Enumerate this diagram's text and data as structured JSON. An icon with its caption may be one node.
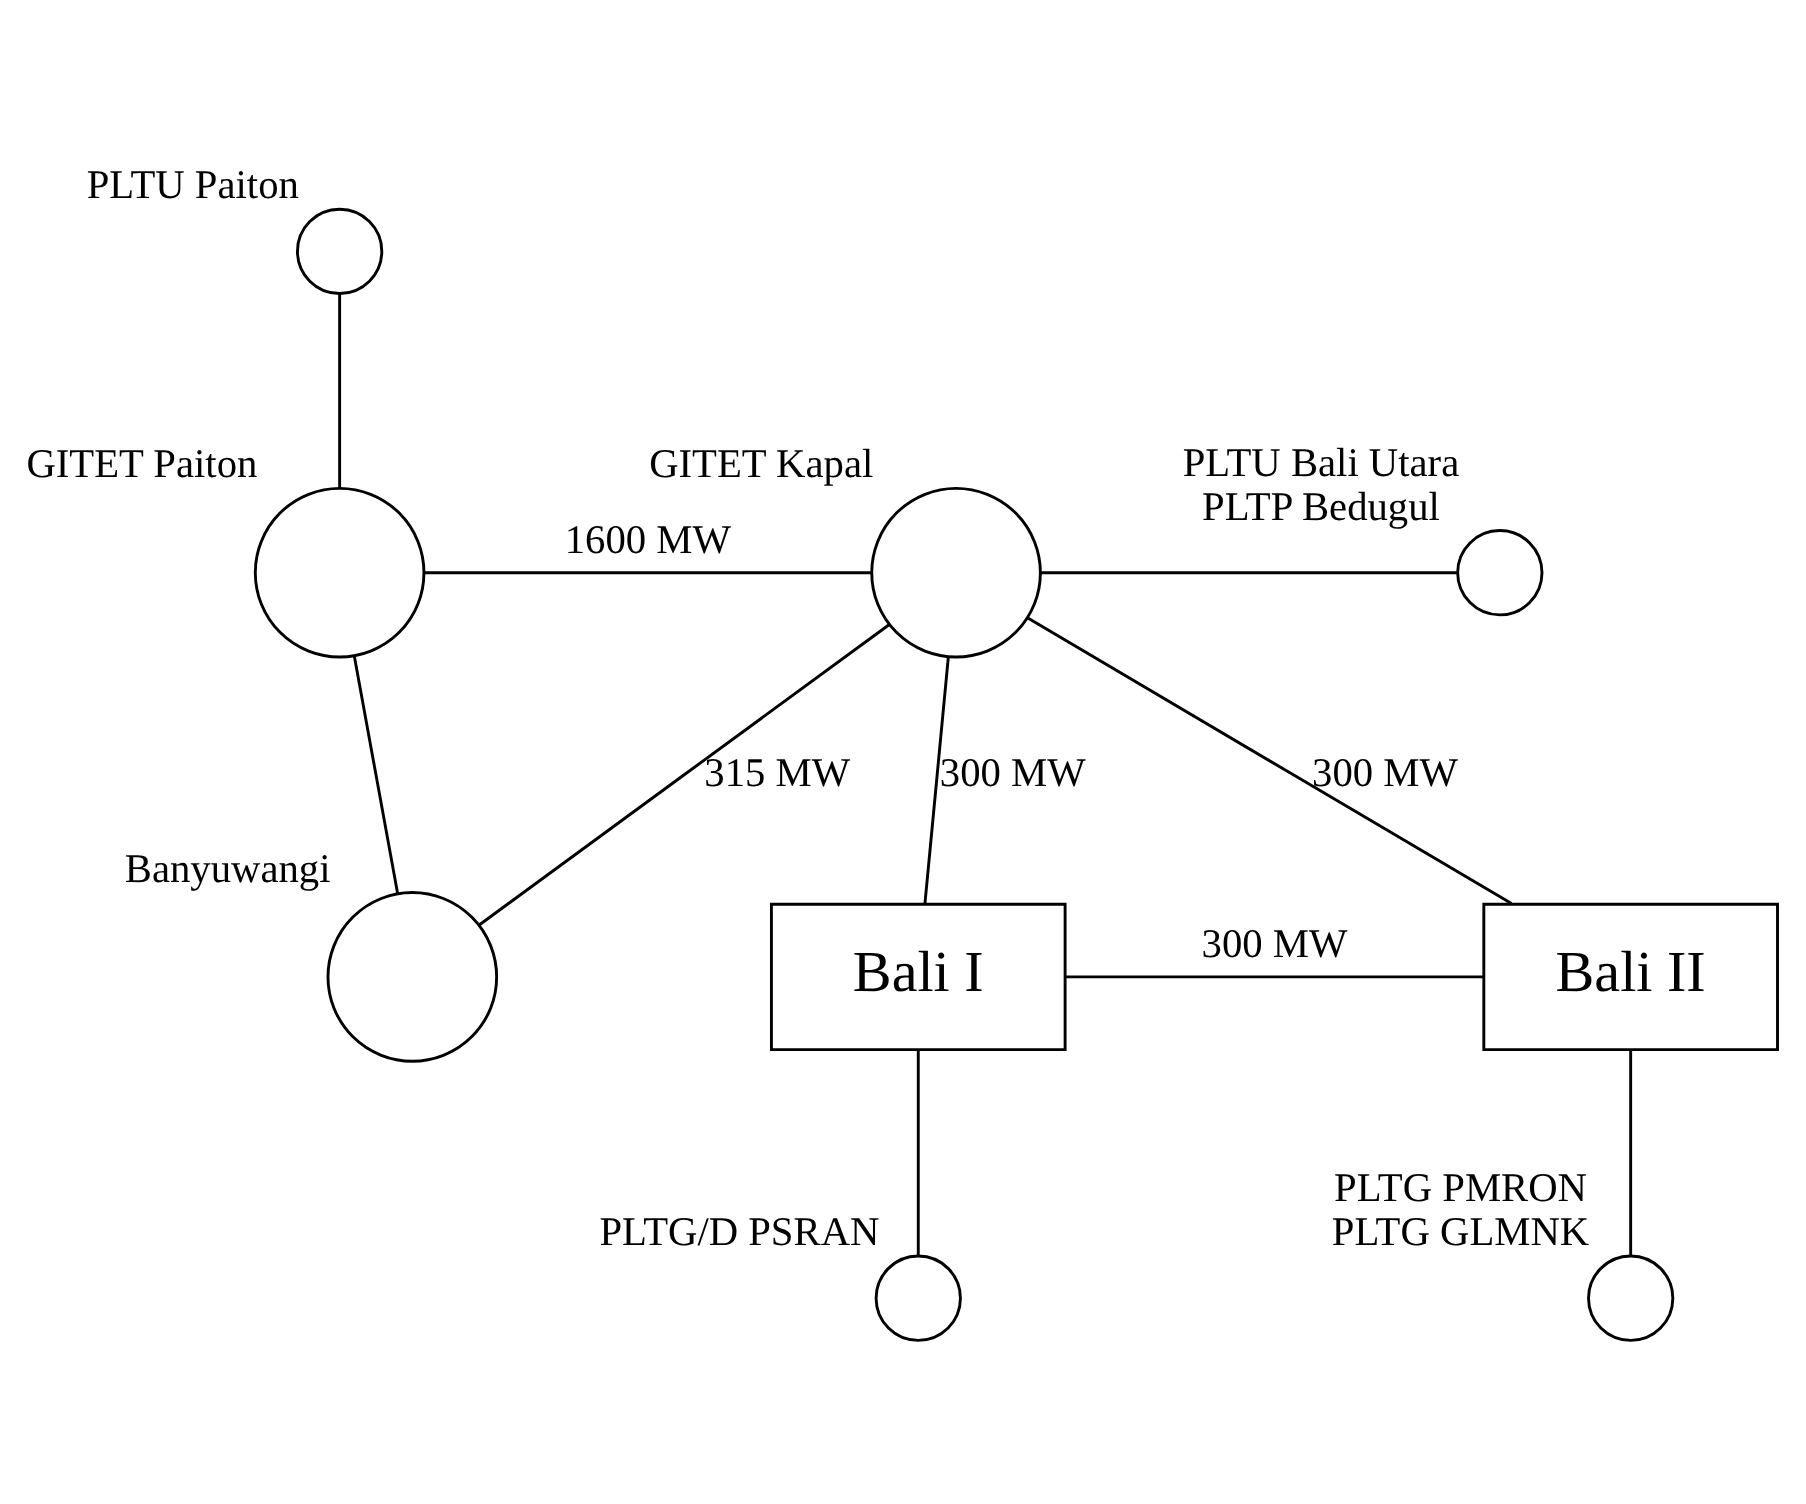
{
  "diagram": {
    "nodes": [
      {
        "text": [],
        "shape": "circle",
        "beside": [
          "PLTU Paiton"
        ]
      },
      {
        "text": [],
        "shape": "circle",
        "beside": [
          "GITET Paiton"
        ]
      },
      {
        "text": [],
        "shape": "circle",
        "beside": [
          "GITET Kapal"
        ]
      },
      {
        "text": [],
        "shape": "circle",
        "beside": [
          "PLTU Bali Utara",
          "PLTP Bedugul"
        ]
      },
      {
        "text": [],
        "shape": "circle",
        "beside": [
          "Banyuwangi"
        ]
      },
      {
        "text": [
          "Bali I"
        ]
      },
      {
        "text": [
          "Bali II"
        ]
      },
      {
        "text": [],
        "shape": "circle",
        "beside": [
          "PLTG/D PSRAN"
        ]
      },
      {
        "text": [],
        "shape": "circle",
        "beside": [
          "PLTG PMRON",
          "PLTG GLMNK"
        ]
      }
    ],
    "edges": [
      {
        "from": 0,
        "to": 1,
        "arrow": "none"
      },
      {
        "from": 1,
        "to": 2,
        "arrow": "none",
        "label": "1600 MW"
      },
      {
        "from": 2,
        "to": 3,
        "arrow": "none"
      },
      {
        "from": 1,
        "to": 4,
        "arrow": "none"
      },
      {
        "from": 4,
        "to": 2,
        "arrow": "none",
        "label": "315 MW"
      },
      {
        "from": 2,
        "to": 5,
        "arrow": "none",
        "label": "300 MW"
      },
      {
        "from": 2,
        "to": 6,
        "arrow": "none",
        "label": "300 MW"
      },
      {
        "from": 5,
        "to": 6,
        "arrow": "none",
        "label": "300 MW"
      },
      {
        "from": 5,
        "to": 7,
        "arrow": "none"
      },
      {
        "from": 6,
        "to": 8,
        "arrow": "none"
      }
    ]
  }
}
